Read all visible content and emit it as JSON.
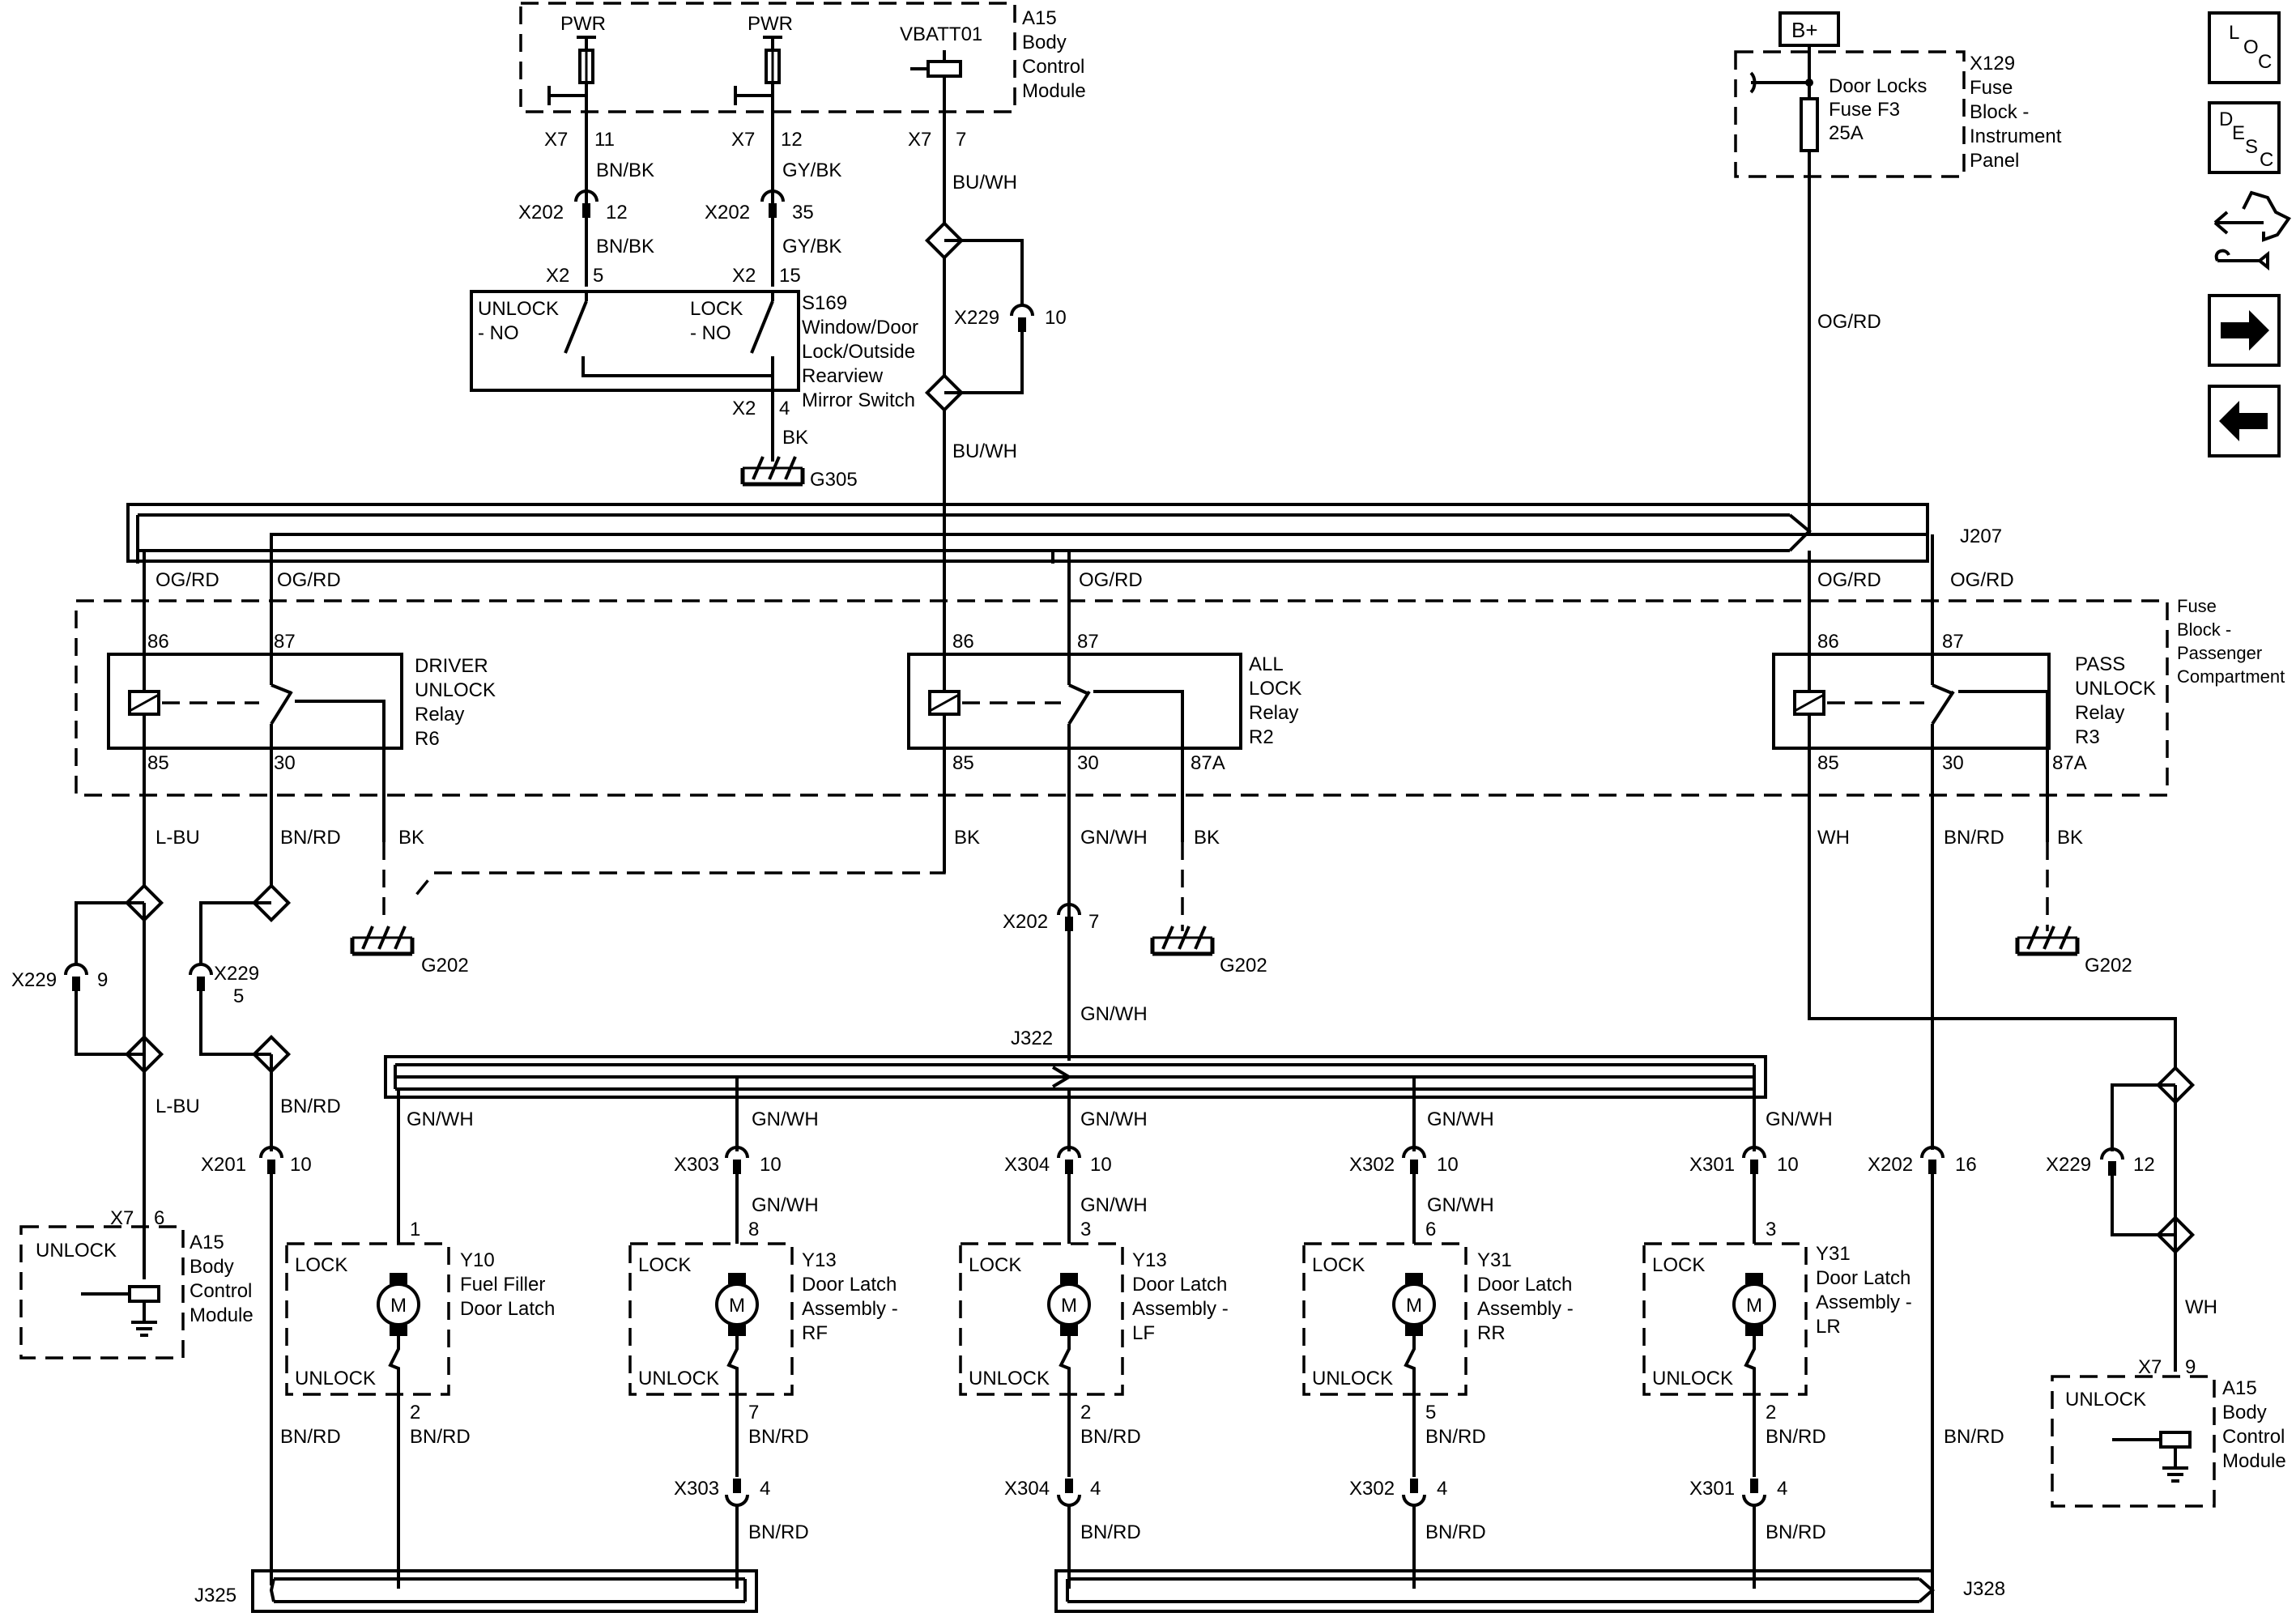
{
  "navigation": {
    "loc": {
      "letters": [
        "L",
        "O",
        "C"
      ]
    },
    "desc": {
      "letters": [
        "D",
        "E",
        "S",
        "C"
      ]
    }
  },
  "top_left_module": {
    "pwr1": "PWR",
    "pwr2": "PWR",
    "vbatt": "VBATT01",
    "name": [
      "A15",
      "Body",
      "Control",
      "Module"
    ],
    "pins": {
      "x7a": "X7",
      "p11": "11",
      "x7b": "X7",
      "p12": "12",
      "x7c": "X7",
      "p7": "7"
    }
  },
  "wires": {
    "bnbk1": "BN/BK",
    "gybk1": "GY/BK",
    "bnbk2": "BN/BK",
    "gybk2": "GY/BK",
    "buwh1": "BU/WH",
    "buwh2": "BU/WH",
    "bk_g305": "BK",
    "ogrd_fuse": "OG/RD",
    "ogrd1": "OG/RD",
    "ogrd2": "OG/RD",
    "ogrd3": "OG/RD",
    "ogrd4": "OG/RD",
    "ogrd5": "OG/RD",
    "lbu1": "L-BU",
    "bnrd1": "BN/RD",
    "bk1": "BK",
    "bk2": "BK",
    "gnwh1": "GN/WH",
    "bk3": "BK",
    "wh1": "WH",
    "bnrd2": "BN/RD",
    "bk4": "BK",
    "gnwh2": "GN/WH",
    "lbu2": "L-BU",
    "bnrd3": "BN/RD",
    "gnwh3": "GN/WH",
    "gnwh4": "GN/WH",
    "gnwh5": "GN/WH",
    "gnwh6": "GN/WH",
    "gnwh7": "GN/WH",
    "gnwh8": "GN/WH",
    "gnwh9": "GN/WH",
    "gnwh10": "GN/WH",
    "bnrd_l1": "BN/RD",
    "bnrd_l2": "BN/RD",
    "bnrd_l3": "BN/RD",
    "bnrd_l4": "BN/RD",
    "bnrd_l5": "BN/RD",
    "bnrd_l6": "BN/RD",
    "bnrd_b1": "BN/RD",
    "bnrd_b2": "BN/RD",
    "bnrd_b3": "BN/RD",
    "bnrd_b4": "BN/RD",
    "bnrd_r": "BN/RD",
    "wh2": "WH"
  },
  "connectors": {
    "x202a": "X202",
    "x202a_p": "12",
    "x202b": "X202",
    "x202b_p": "35",
    "x2a": "X2",
    "x2a_p": "5",
    "x2b": "X2",
    "x2b_p": "15",
    "x2c": "X2",
    "x2c_p": "4",
    "x229a": "X229",
    "x229a_p": "10",
    "x229b": "X229",
    "x229b_p": "9",
    "x229c": "X229",
    "x229c_p": "5",
    "x202c": "X202",
    "x202c_p": "7",
    "x201": "X201",
    "x201_p": "10",
    "x303a": "X303",
    "x303a_p": "10",
    "x304a": "X304",
    "x304a_p": "10",
    "x302a": "X302",
    "x302a_p": "10",
    "x301a": "X301",
    "x301a_p": "10",
    "x202d": "X202",
    "x202d_p": "16",
    "x229d": "X229",
    "x229d_p": "12",
    "x303b": "X303",
    "x303b_p": "4",
    "x304b": "X304",
    "x304b_p": "4",
    "x302b": "X302",
    "x302b_p": "4",
    "x301b": "X301",
    "x301b_p": "4",
    "x7l": "X7",
    "x7l_p": "6",
    "x7r": "X7",
    "x7r_p": "9"
  },
  "switch": {
    "unlock": [
      "UNLOCK",
      "- NO"
    ],
    "lock": [
      "LOCK",
      "- NO"
    ],
    "name": [
      "S169",
      "Window/Door",
      "Lock/Outside",
      "Rearview",
      "Mirror Switch"
    ]
  },
  "grounds": {
    "g305": "G305",
    "g202a": "G202",
    "g202b": "G202",
    "g202c": "G202"
  },
  "fuse_block_ip": {
    "bplus": "B+",
    "fuse": [
      "Door Locks",
      "Fuse F3",
      "25A"
    ],
    "name": [
      "X129",
      "Fuse",
      "Block -",
      "Instrument",
      "Panel"
    ]
  },
  "splices": {
    "j207": "J207",
    "j322": "J322",
    "j325": "J325",
    "j328": "J328"
  },
  "fuse_block_pc": {
    "name": [
      "Fuse",
      "Block -",
      "Passenger",
      "Compartment"
    ]
  },
  "relays": [
    {
      "pins": [
        "86",
        "87",
        "85",
        "30"
      ],
      "name": [
        "DRIVER",
        "UNLOCK",
        "Relay",
        "R6"
      ]
    },
    {
      "pins": [
        "86",
        "87",
        "85",
        "30",
        "87A"
      ],
      "name": [
        "ALL",
        "LOCK",
        "Relay",
        "R2"
      ]
    },
    {
      "pins": [
        "86",
        "87",
        "85",
        "30",
        "87A"
      ],
      "name": [
        "PASS",
        "UNLOCK",
        "Relay",
        "R3"
      ]
    }
  ],
  "actuators": [
    {
      "lock": "LOCK",
      "unlock": "UNLOCK",
      "m": "M",
      "pin_top": "1",
      "pin_bot": "2",
      "name": [
        "Y10",
        "Fuel Filler",
        "Door Latch"
      ]
    },
    {
      "lock": "LOCK",
      "unlock": "UNLOCK",
      "m": "M",
      "pin_top": "8",
      "pin_bot": "7",
      "name": [
        "Y13",
        "Door Latch",
        "Assembly -",
        "RF"
      ]
    },
    {
      "lock": "LOCK",
      "unlock": "UNLOCK",
      "m": "M",
      "pin_top": "3",
      "pin_bot": "2",
      "name": [
        "Y13",
        "Door Latch",
        "Assembly -",
        "LF"
      ]
    },
    {
      "lock": "LOCK",
      "unlock": "UNLOCK",
      "m": "M",
      "pin_top": "6",
      "pin_bot": "5",
      "name": [
        "Y31",
        "Door Latch",
        "Assembly -",
        "RR"
      ]
    },
    {
      "lock": "LOCK",
      "unlock": "UNLOCK",
      "m": "M",
      "pin_top": "3",
      "pin_bot": "2",
      "name": [
        "Y31",
        "Door Latch",
        "Assembly -",
        "LR"
      ]
    }
  ],
  "bcm_left": {
    "unlock": "UNLOCK",
    "name": [
      "A15",
      "Body",
      "Control",
      "Module"
    ]
  },
  "bcm_right": {
    "unlock": "UNLOCK",
    "name": [
      "A15",
      "Body",
      "Control",
      "Module"
    ]
  }
}
